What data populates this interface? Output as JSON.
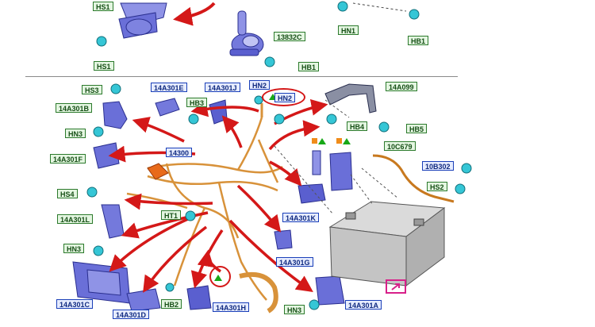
{
  "labels": {
    "hs1_top": "HS1",
    "hs1_mid": "HS1",
    "hn1": "HN1",
    "hb1_top": "HB1",
    "c13832c": "13832C",
    "hb1_mid": "HB1",
    "hs3": "HS3",
    "c14a301e": "14A301E",
    "c14a301j": "14A301J",
    "hn2_a": "HN2",
    "hn2_b": "HN2",
    "c14a099": "14A099",
    "c14a301b": "14A301B",
    "hb3": "HB3",
    "hn3_a": "HN3",
    "hb4": "HB4",
    "hb5": "HB5",
    "c10c679": "10C679",
    "c14300": "14300",
    "c14a301f": "14A301F",
    "c10b302": "10B302",
    "hs2": "HS2",
    "hs4": "HS4",
    "ht1": "HT1",
    "c14a301l": "14A301L",
    "c14a301k": "14A301K",
    "hn3_b": "HN3",
    "c14a301g": "14A301G",
    "c14a301c": "14A301C",
    "hb2": "HB2",
    "c14a301d": "14A301D",
    "c14a301h": "14A301H",
    "hn3_c": "HN3",
    "c14a301a": "14A301A"
  },
  "colors": {
    "callout_blue": "#1a3fb8",
    "callout_green": "#2c7a2c",
    "arrow_red": "#d41818",
    "harness_orange": "#d8923a",
    "bracket_purple": "#5a5fcf",
    "fastener_cyan": "#35c6d6",
    "battery_gray": "#c9c9c9",
    "flag_pink": "#d8208a"
  }
}
